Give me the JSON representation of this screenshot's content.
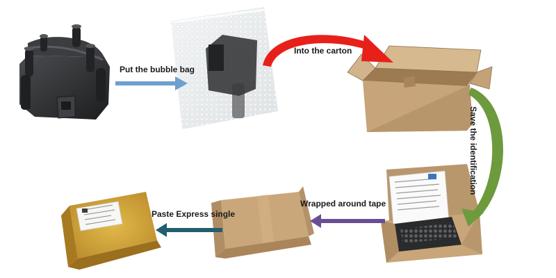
{
  "steps": {
    "bubble": "Put the bubble bag",
    "carton": "Into the carton",
    "save": "Save the identification",
    "wrap": "Wrapped around tape",
    "paste": "Paste Express single"
  },
  "colors": {
    "arrow_bubble": "#6f9fd0",
    "arrow_carton": "#e8201a",
    "arrow_save": "#6c9a3c",
    "arrow_wrap": "#6a4e94",
    "arrow_paste": "#215e6e",
    "cardboard": "#c7a47a",
    "parcel_tape": "#d4a62a",
    "coil": "#2d2e30"
  }
}
